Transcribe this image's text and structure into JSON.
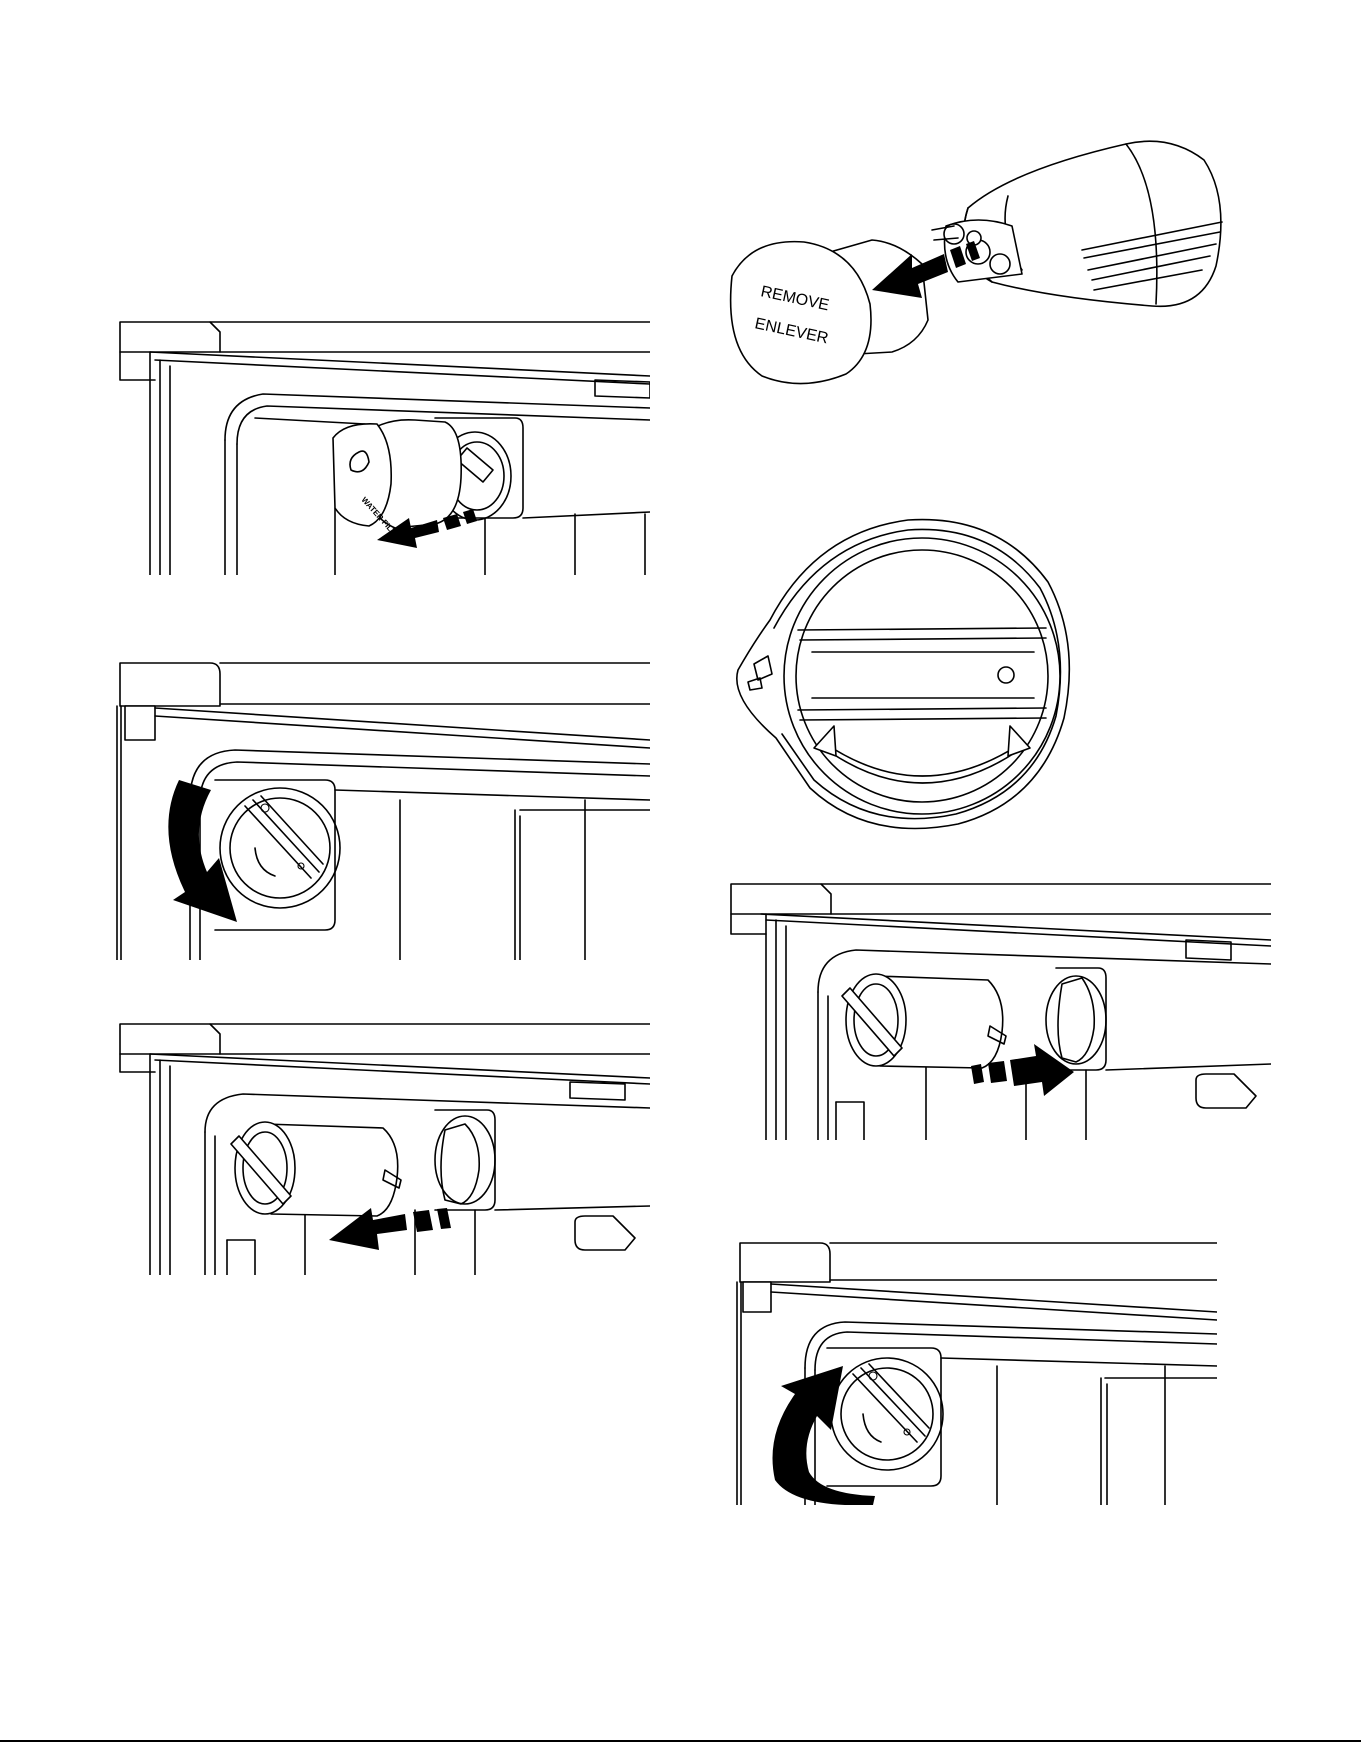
{
  "figures": {
    "cap": {
      "line1": "REMOVE",
      "line2": "ENLEVER"
    },
    "filter_housing": {
      "label": "WATER FILTER"
    }
  },
  "footer": {
    "code": ""
  }
}
